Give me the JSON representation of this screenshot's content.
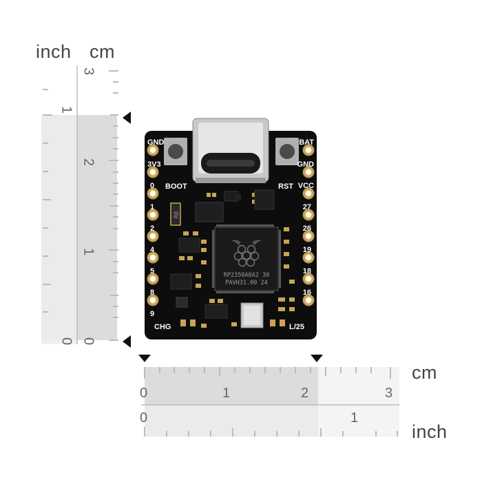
{
  "units": {
    "inch": "inch",
    "cm": "cm"
  },
  "vertical_ruler": {
    "inch_ticks": [
      "1",
      "0"
    ],
    "cm_ticks": [
      "3",
      "2",
      "1",
      "0"
    ]
  },
  "horizontal_ruler": {
    "cm_ticks": [
      "0",
      "1",
      "2",
      "3"
    ],
    "inch_ticks": [
      "0",
      "1"
    ]
  },
  "board": {
    "left_pins": [
      "GND",
      "3V3",
      "0",
      "1",
      "2",
      "4",
      "5",
      "8",
      "9"
    ],
    "right_pins": [
      "BAT",
      "GND",
      "VCC",
      "27",
      "26",
      "19",
      "18",
      "16"
    ],
    "buttons": [
      "BOOT",
      "RST"
    ],
    "bottom_left": "CHG",
    "bottom_right": "L/25",
    "chip_line1": "RP2350A0A2 30",
    "chip_line2": "PAVH31.00 24",
    "resistor": "R0"
  },
  "colors": {
    "pcb": "#0d0d0d",
    "gold": "#c9a458",
    "ruler_shade": "#dcdcdc",
    "ruler_light": "#f0f0f0"
  }
}
